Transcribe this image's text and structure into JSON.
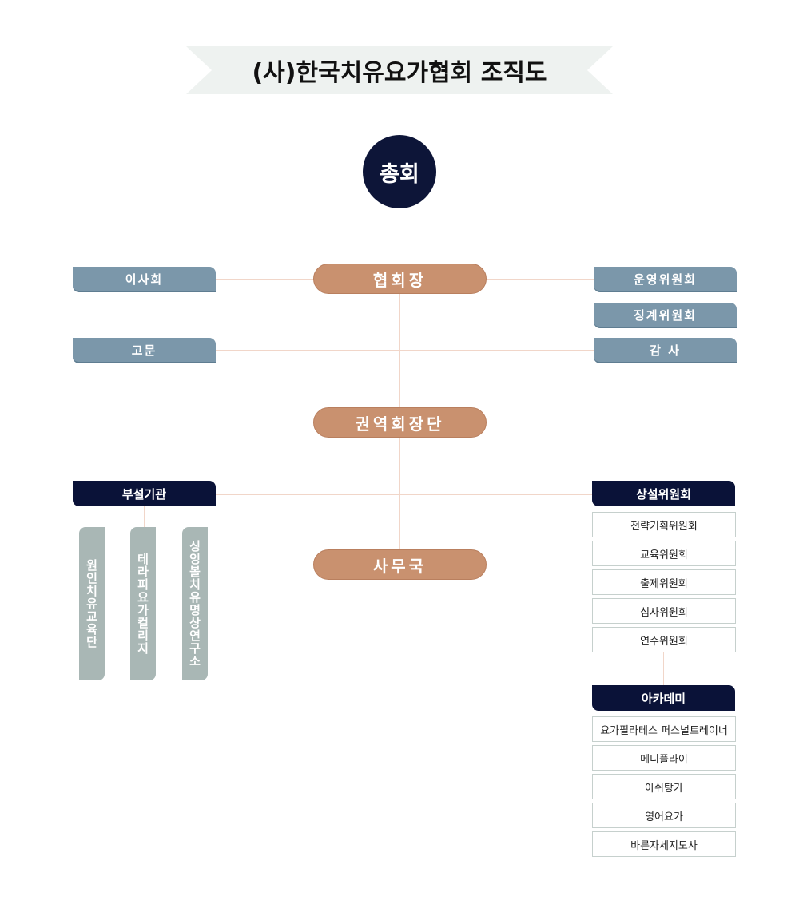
{
  "title": "(사)한국치유요가협회 조직도",
  "general_assembly": "총회",
  "president": "협회장",
  "regional": "권역회장단",
  "secretariat": "사무국",
  "left": {
    "board": "이사회",
    "advisor": "고문"
  },
  "right": {
    "operations": "운영위원회",
    "discipline": "징계위원회",
    "audit": "감 사"
  },
  "affiliated": {
    "title": "부설기관",
    "items": [
      "원인치유교육단",
      "테라피요가컬리지",
      "싱잉볼치유명상연구소"
    ]
  },
  "standing": {
    "title": "상설위원회",
    "items": [
      "전략기획위원회",
      "교육위원회",
      "출제위원회",
      "심사위원회",
      "연수위원회"
    ]
  },
  "academy": {
    "title": "아카데미",
    "items": [
      "요가필라테스 퍼스널트레이너",
      "메디플라이",
      "아쉬탕가",
      "영어요가",
      "바른자세지도사"
    ]
  }
}
